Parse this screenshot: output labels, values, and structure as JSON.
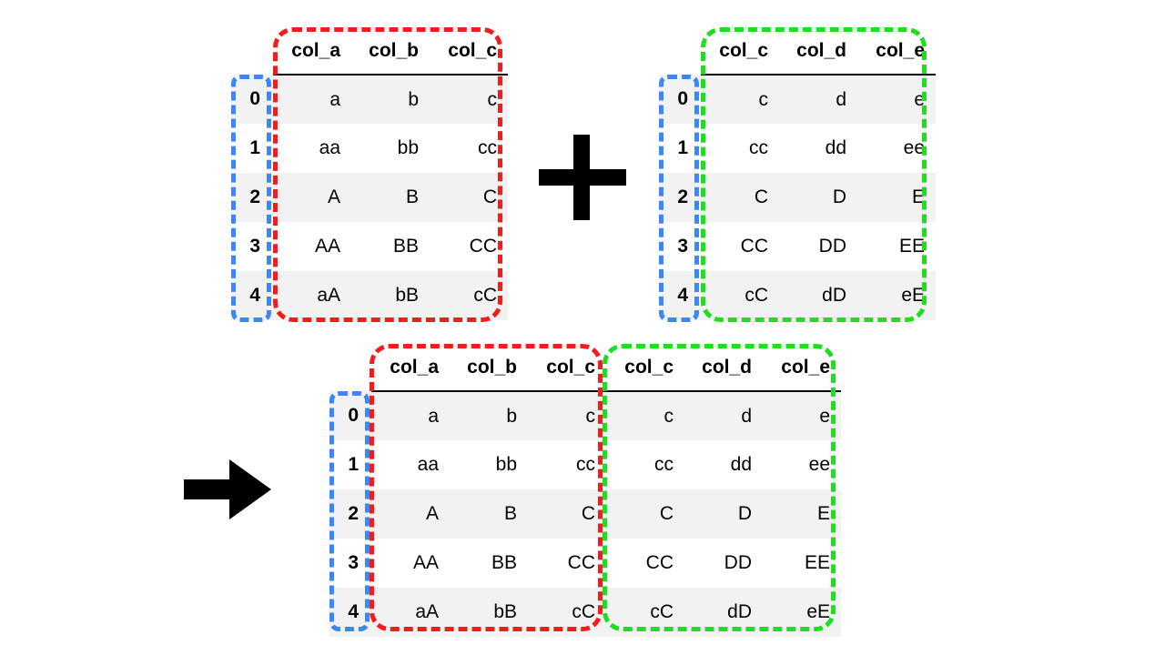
{
  "left_table": {
    "columns": [
      "col_a",
      "col_b",
      "col_c"
    ],
    "index": [
      "0",
      "1",
      "2",
      "3",
      "4"
    ],
    "rows": [
      [
        "a",
        "b",
        "c"
      ],
      [
        "aa",
        "bb",
        "cc"
      ],
      [
        "A",
        "B",
        "C"
      ],
      [
        "AA",
        "BB",
        "CC"
      ],
      [
        "aA",
        "bB",
        "cC"
      ]
    ]
  },
  "right_table": {
    "columns": [
      "col_c",
      "col_d",
      "col_e"
    ],
    "index": [
      "0",
      "1",
      "2",
      "3",
      "4"
    ],
    "rows": [
      [
        "c",
        "d",
        "e"
      ],
      [
        "cc",
        "dd",
        "ee"
      ],
      [
        "C",
        "D",
        "E"
      ],
      [
        "CC",
        "DD",
        "EE"
      ],
      [
        "cC",
        "dD",
        "eE"
      ]
    ]
  },
  "result_table": {
    "columns": [
      "col_a",
      "col_b",
      "col_c",
      "col_c",
      "col_d",
      "col_e"
    ],
    "index": [
      "0",
      "1",
      "2",
      "3",
      "4"
    ],
    "rows": [
      [
        "a",
        "b",
        "c",
        "c",
        "d",
        "e"
      ],
      [
        "aa",
        "bb",
        "cc",
        "cc",
        "dd",
        "ee"
      ],
      [
        "A",
        "B",
        "C",
        "C",
        "D",
        "E"
      ],
      [
        "AA",
        "BB",
        "CC",
        "CC",
        "DD",
        "EE"
      ],
      [
        "aA",
        "bB",
        "cC",
        "cC",
        "dD",
        "eE"
      ]
    ]
  },
  "colors": {
    "index_box": "#3d87f5",
    "left_columns_box": "#f11d1d",
    "right_columns_box": "#1fdd1f",
    "symbols": "#000000"
  },
  "icons": {
    "plus": "plus-icon",
    "arrow": "arrow-right-icon"
  }
}
